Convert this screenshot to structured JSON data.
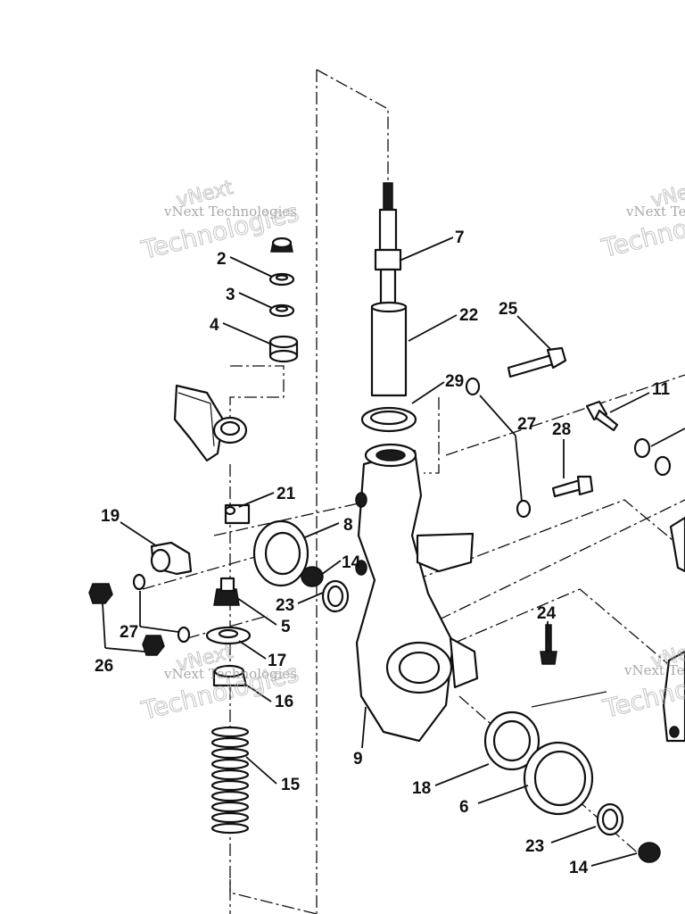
{
  "diagram": {
    "watermark": {
      "brand": "vNext Technologies",
      "word_1": "vNext",
      "word_2": "Technologies"
    },
    "callouts": [
      {
        "id": "c1",
        "label": "2"
      },
      {
        "id": "c2",
        "label": "3"
      },
      {
        "id": "c3",
        "label": "4"
      },
      {
        "id": "c4",
        "label": "7"
      },
      {
        "id": "c5",
        "label": "22"
      },
      {
        "id": "c6",
        "label": "25"
      },
      {
        "id": "c7",
        "label": "29"
      },
      {
        "id": "c8",
        "label": "27"
      },
      {
        "id": "c9",
        "label": "11"
      },
      {
        "id": "c10",
        "label": "28"
      },
      {
        "id": "c11",
        "label": "21"
      },
      {
        "id": "c12",
        "label": "19"
      },
      {
        "id": "c13",
        "label": "8"
      },
      {
        "id": "c14",
        "label": "14"
      },
      {
        "id": "c15",
        "label": "23"
      },
      {
        "id": "c16",
        "label": "5"
      },
      {
        "id": "c17",
        "label": "27"
      },
      {
        "id": "c18",
        "label": "26"
      },
      {
        "id": "c19",
        "label": "17"
      },
      {
        "id": "c20",
        "label": "16"
      },
      {
        "id": "c21",
        "label": "24"
      },
      {
        "id": "c22",
        "label": "9"
      },
      {
        "id": "c23",
        "label": "15"
      },
      {
        "id": "c24",
        "label": "18"
      },
      {
        "id": "c25",
        "label": "6"
      },
      {
        "id": "c26",
        "label": "23"
      },
      {
        "id": "c27",
        "label": "14"
      }
    ]
  }
}
